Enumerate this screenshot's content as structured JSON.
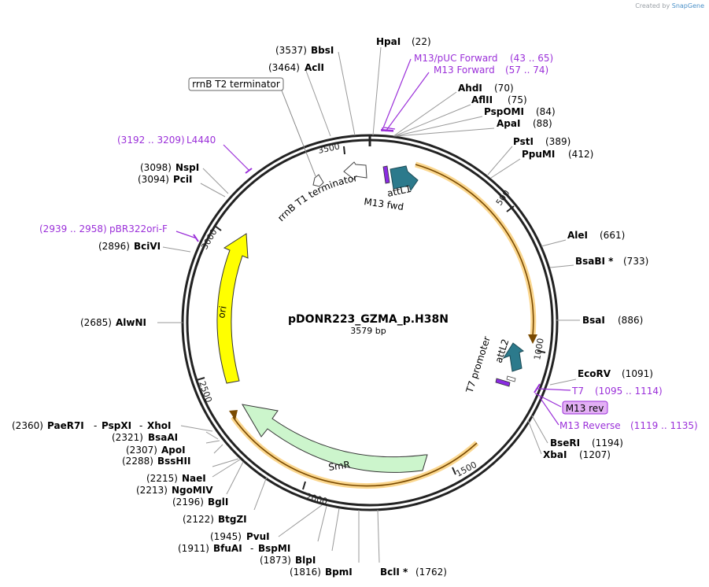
{
  "credit": {
    "prefix": "Created by",
    "brand": "SnapGene"
  },
  "plasmid": {
    "name": "pDONR223_GZMA_p.H38N",
    "length": "3579 bp"
  },
  "ticks": [
    "500",
    "1000",
    "1500",
    "2000",
    "2500",
    "3000",
    "3500"
  ],
  "sites": [
    {
      "name": "HpaI",
      "pos": "(22)"
    },
    {
      "name": "AhdI",
      "pos": "(70)"
    },
    {
      "name": "AflII",
      "pos": "(75)"
    },
    {
      "name": "PspOMI",
      "pos": "(84)"
    },
    {
      "name": "ApaI",
      "pos": "(88)"
    },
    {
      "name": "PstI",
      "pos": "(389)"
    },
    {
      "name": "PpuMI",
      "pos": "(412)"
    },
    {
      "name": "AleI",
      "pos": "(661)"
    },
    {
      "name": "BsaBI *",
      "pos": "(733)"
    },
    {
      "name": "BsaI",
      "pos": "(886)"
    },
    {
      "name": "EcoRV",
      "pos": "(1091)"
    },
    {
      "name": "BseRI",
      "pos": "(1194)"
    },
    {
      "name": "XbaI",
      "pos": "(1207)"
    },
    {
      "name": "BclI *",
      "pos": "(1762)"
    },
    {
      "name": "BpmI",
      "pos": "(1816)"
    },
    {
      "name": "BlpI",
      "pos": "(1873)"
    },
    {
      "name": "BfuAI",
      "pos": "(1911)"
    },
    {
      "name": "BspMI",
      "pos": ""
    },
    {
      "name": "PvuI",
      "pos": "(1945)"
    },
    {
      "name": "BtgZI",
      "pos": "(2122)"
    },
    {
      "name": "BglI",
      "pos": "(2196)"
    },
    {
      "name": "NgoMIV",
      "pos": "(2213)"
    },
    {
      "name": "NaeI",
      "pos": "(2215)"
    },
    {
      "name": "BssHII",
      "pos": "(2288)"
    },
    {
      "name": "ApoI",
      "pos": "(2307)"
    },
    {
      "name": "BsaAI",
      "pos": "(2321)"
    },
    {
      "name": "PaeR7I",
      "pos": "(2360)"
    },
    {
      "name": "PspXI",
      "pos": ""
    },
    {
      "name": "XhoI",
      "pos": ""
    },
    {
      "name": "AlwNI",
      "pos": "(2685)"
    },
    {
      "name": "BciVI",
      "pos": "(2896)"
    },
    {
      "name": "PciI",
      "pos": "(3094)"
    },
    {
      "name": "NspI",
      "pos": "(3098)"
    },
    {
      "name": "AclI",
      "pos": "(3464)"
    },
    {
      "name": "BbsI",
      "pos": "(3537)"
    }
  ],
  "primers": [
    {
      "name": "M13/pUC Forward",
      "range": "(43 .. 65)"
    },
    {
      "name": "M13 Forward",
      "range": "(57 .. 74)"
    },
    {
      "name": "T7",
      "range": "(1095 .. 1114)"
    },
    {
      "name": "M13 Reverse",
      "range": "(1119 .. 1135)"
    },
    {
      "name": "M13 rev",
      "range": ""
    },
    {
      "name": "pBR322ori-F",
      "range": "(2939 .. 2958)"
    },
    {
      "name": "L4440",
      "range": "(3192 .. 3209)"
    }
  ],
  "features": {
    "rrnb_t2": "rrnB T2 terminator",
    "rrnb_t1": "rrnB T1 terminator",
    "attl1": "attL1",
    "m13_fwd": "M13 fwd",
    "t7_promoter": "T7 promoter",
    "attl2": "attL2",
    "smr": "SmR",
    "ori": "ori"
  },
  "colors": {
    "backbone": "#222222",
    "orf": "#f7b733",
    "att": "#2c7a8c",
    "smr": "#ccf5cc",
    "ori": "#ffff00",
    "primer": "#9b30d9",
    "primer_box": "#e3b0f5"
  }
}
